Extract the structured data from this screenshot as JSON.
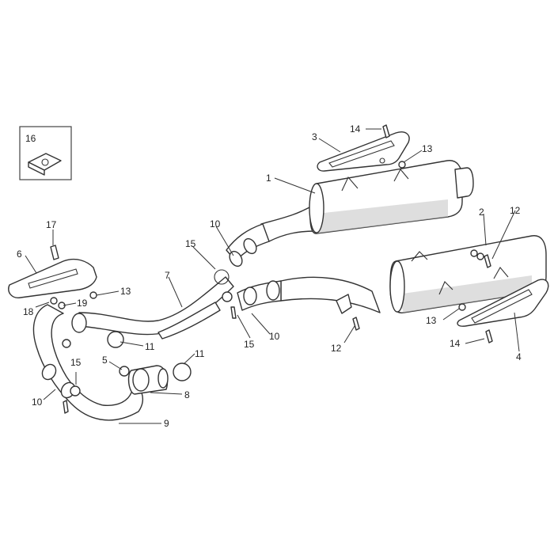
{
  "diagram": {
    "inset": {
      "label": "16"
    },
    "callouts": [
      {
        "id": "c1",
        "text": "1"
      },
      {
        "id": "c2",
        "text": "2"
      },
      {
        "id": "c3",
        "text": "3"
      },
      {
        "id": "c4",
        "text": "4"
      },
      {
        "id": "c5",
        "text": "5"
      },
      {
        "id": "c6",
        "text": "6"
      },
      {
        "id": "c7",
        "text": "7"
      },
      {
        "id": "c8",
        "text": "8"
      },
      {
        "id": "c9",
        "text": "9"
      },
      {
        "id": "c10a",
        "text": "10"
      },
      {
        "id": "c10b",
        "text": "10"
      },
      {
        "id": "c10c",
        "text": "10"
      },
      {
        "id": "c11a",
        "text": "11"
      },
      {
        "id": "c11b",
        "text": "11"
      },
      {
        "id": "c12a",
        "text": "12"
      },
      {
        "id": "c12b",
        "text": "12"
      },
      {
        "id": "c13a",
        "text": "13"
      },
      {
        "id": "c13b",
        "text": "13"
      },
      {
        "id": "c13c",
        "text": "13"
      },
      {
        "id": "c14a",
        "text": "14"
      },
      {
        "id": "c14b",
        "text": "14"
      },
      {
        "id": "c15a",
        "text": "15"
      },
      {
        "id": "c15b",
        "text": "15"
      },
      {
        "id": "c15c",
        "text": "15"
      },
      {
        "id": "c17",
        "text": "17"
      },
      {
        "id": "c18",
        "text": "18"
      },
      {
        "id": "c19",
        "text": "19"
      }
    ]
  }
}
